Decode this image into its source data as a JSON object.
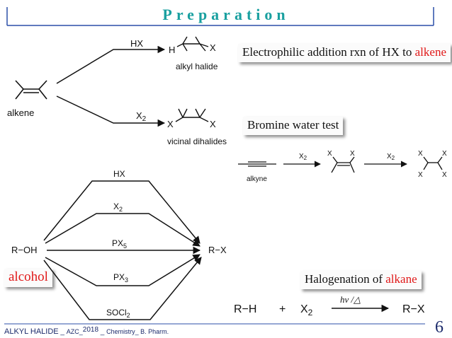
{
  "slide": {
    "title": "Preparation",
    "footer": {
      "course": "ALKYL HALIDE",
      "sep1": " _ ",
      "author": "AZC_",
      "year": "2018",
      "sep2": " _ ",
      "subject": "Chemistry_ B. Pharm."
    },
    "page_number": "6"
  },
  "alkene_section": {
    "start_label": "alkene",
    "hx_reagent": "HX",
    "alkyl_halide_left": "H",
    "alkyl_halide_right": "X",
    "alkyl_halide_label": "alkyl halide",
    "x2_reagent": "X",
    "x2_sub": "2",
    "dihalide_left": "X",
    "dihalide_right": "X",
    "dihalide_label": "vicinal dihalides",
    "callout1_prefix": "Electrophilic addition rxn of HX to ",
    "callout1_highlight": "alkene",
    "callout2": "Bromine water test"
  },
  "alkyne_section": {
    "alkyne_label": "alkyne",
    "reagent1": "X",
    "reagent1_sub": "2",
    "reagent2": "X",
    "reagent2_sub": "2",
    "halogen": "X"
  },
  "alcohol_section": {
    "start": "R−OH",
    "product": "R−X",
    "reagents": [
      {
        "label": "HX",
        "sub": ""
      },
      {
        "label": "X",
        "sub": "2"
      },
      {
        "label": "PX",
        "sub": "5"
      },
      {
        "label": "PX",
        "sub": "3"
      },
      {
        "label": "SOCl",
        "sub": "2"
      }
    ],
    "callout": "alcohol"
  },
  "alkane_section": {
    "callout_prefix": "Halogenation of ",
    "callout_highlight": "alkane",
    "reactant": "R−H",
    "plus": "+",
    "halogen": "X",
    "halogen_sub": "2",
    "condition": "hv /△",
    "product": "R−X"
  },
  "colors": {
    "title": "#1aa0a0",
    "frame": "#2b4fa8",
    "highlight": "#e01818",
    "footer": "#1b2a6b"
  }
}
